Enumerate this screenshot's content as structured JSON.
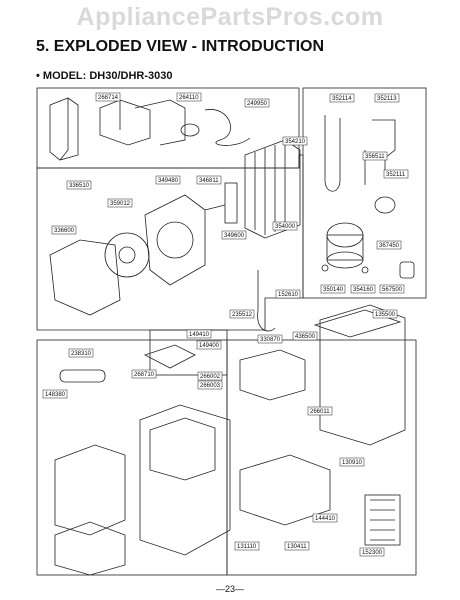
{
  "watermark": "AppliancePartsPros.com",
  "title": "5. EXPLODED VIEW - INTRODUCTION",
  "model": "• MODEL: DH30/DHR-3030",
  "page_number": "—23—",
  "part_numbers": {
    "p268714": "268714",
    "p264110": "264110",
    "p249950": "249950",
    "p352114": "352114",
    "p352113": "352113",
    "p354210": "354210",
    "p356511": "356511",
    "p352111": "352111",
    "p336510": "336510",
    "p349480": "349480",
    "p346811": "346811",
    "p359012": "359012",
    "p354000": "354000",
    "p336600": "336600",
    "p349600": "349600",
    "p367450": "367450",
    "p350140": "350140",
    "p354160": "354160",
    "p567500": "567500",
    "p152610": "152610",
    "p235512": "235512",
    "p135500": "135500",
    "p149410": "149410",
    "p330870": "330870",
    "p436500": "436500",
    "p238310": "238310",
    "p149400": "149400",
    "p268710": "268710",
    "p266002": "266002",
    "p266003": "266003",
    "p148380": "148380",
    "p266011": "266011",
    "p130910": "130910",
    "p144410": "144410",
    "p131110": "131110",
    "p130411": "130411",
    "p152300": "152300"
  }
}
